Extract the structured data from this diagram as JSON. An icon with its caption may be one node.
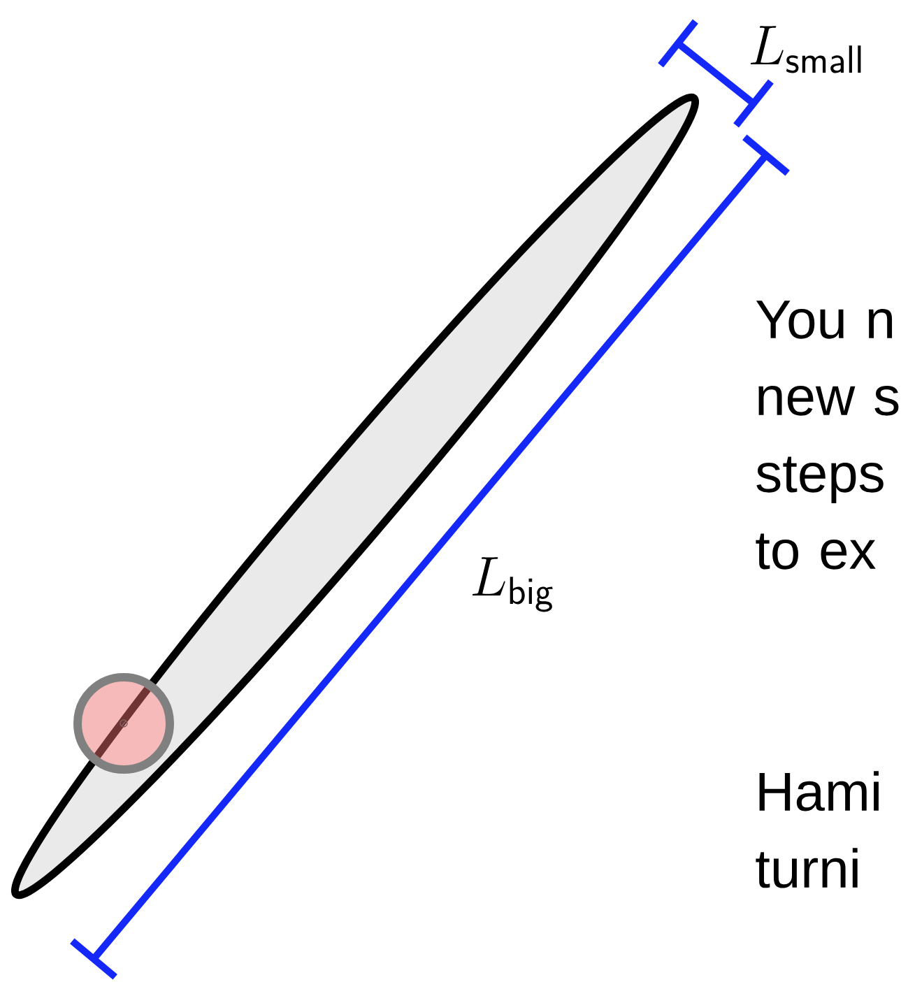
{
  "diagram": {
    "labels": [
      "L_{\\mathsf{small}}",
      "You n new s steps to ex",
      "L_{\\mathsf{big}}",
      "Hami turni"
    ]
  }
}
